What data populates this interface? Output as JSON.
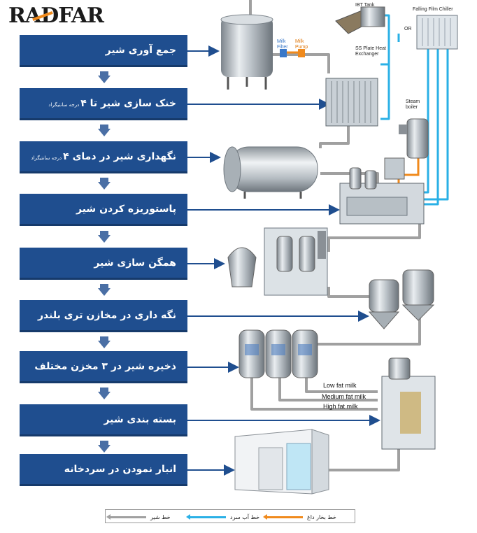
{
  "logo": {
    "text": "RADFAR"
  },
  "colors": {
    "step_bg": "#1f4e8f",
    "milk_line": "#9a9a9a",
    "cold_water": "#2ab0e6",
    "steam": "#f08a1c",
    "arrow": "#4a6fa5"
  },
  "steps": [
    {
      "label": "جمع آوری شیر",
      "small": ""
    },
    {
      "label": "خنک سازی شیر تا ۴",
      "small": "درجه سانتیگراد"
    },
    {
      "label": "نگهداری شیر در دمای ۴",
      "small": "درجه سانتیگراد"
    },
    {
      "label": "پاستوریزه کردن شیر",
      "small": ""
    },
    {
      "label": "همگن سازی شیر",
      "small": ""
    },
    {
      "label": "نگه داری در مخازن تری بلندر",
      "small": ""
    },
    {
      "label": "ذخیره شیر در ۳ مخزن مختلف",
      "small": ""
    },
    {
      "label": "بسته بندی شیر",
      "small": ""
    },
    {
      "label": "انبار نمودن در سردخانه",
      "small": ""
    }
  ],
  "equipment_labels": {
    "milk_filter": "Milk Filter",
    "milk_pump": "Milk Pump",
    "ibt_tank": "IBT Tank",
    "or": "OR",
    "falling_film": "Falling Film Chiller",
    "ss_plate": "SS Plate Heat Exchanger",
    "steam_boiler": "Steam boiler",
    "low_fat": "Low fat milk",
    "medium_fat": "Medium fat milk",
    "high_fat": "High fat milk"
  },
  "legend": {
    "milk": "خط شیر",
    "cold_water": "خط آب سرد",
    "steam": "خط بخار داغ"
  }
}
